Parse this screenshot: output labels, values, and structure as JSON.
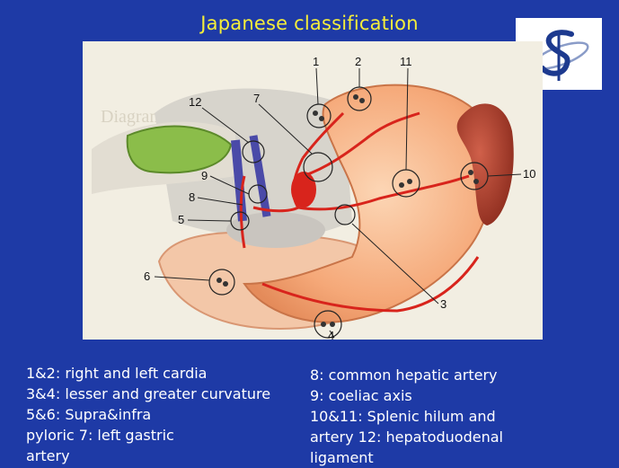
{
  "title": "Japanese classification",
  "figure": {
    "background_text": "Diagramm d'un cancer ... e in ... e",
    "station_labels": [
      "1",
      "2",
      "11",
      "12",
      "7",
      "9",
      "8",
      "5",
      "6",
      "3",
      "4",
      "10"
    ]
  },
  "legend_left": [
    "1&2: right and left cardia",
    "3&4: lesser and greater curvature",
    "5&6: Supra&infra",
    "pyloric 7: left gastric",
    "artery"
  ],
  "legend_right": [
    "8: common hepatic artery",
    "9: coeliac axis",
    "10&11: Splenic hilum and",
    "artery 12: hepatoduodenal",
    "ligament"
  ],
  "colors": {
    "background": "#1e3aa6",
    "title": "#f5ee3a",
    "legend_text": "#ffffff",
    "stomach": "#f7b98f",
    "artery": "#d8241c",
    "gallbladder": "#8bbd4a",
    "spleen": "#a93a2a"
  }
}
